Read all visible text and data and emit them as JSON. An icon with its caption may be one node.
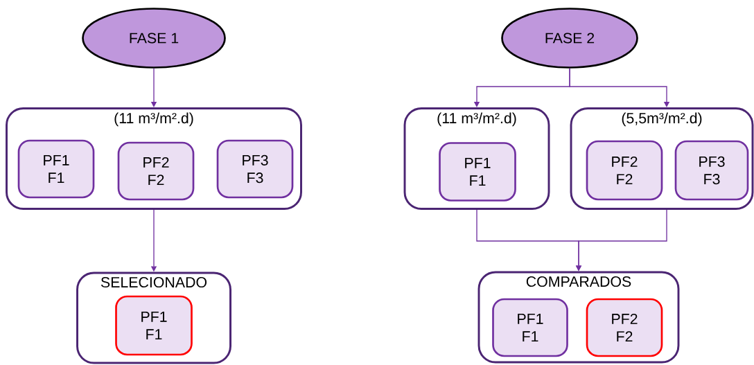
{
  "diagram": {
    "nodes": [
      {
        "text": [
          "FASE 1"
        ]
      },
      {
        "text": [
          "(11 m³/m².d)"
        ]
      },
      {
        "text": [
          "PF1 F1"
        ],
        "in": 1
      },
      {
        "text": [
          "PF2 F2"
        ],
        "in": 1
      },
      {
        "text": [
          "PF3 F3"
        ],
        "in": 1
      },
      {
        "text": [
          "SELECIONADO"
        ]
      },
      {
        "text": [
          "PF1 F1"
        ],
        "in": 5
      },
      {
        "text": [
          "FASE 2"
        ]
      },
      {
        "text": [
          "(11 m³/m².d)"
        ]
      },
      {
        "text": [
          "PF1 F1"
        ],
        "in": 8
      },
      {
        "text": [
          "(5,5m³/m².d)"
        ]
      },
      {
        "text": [
          "PF2 F2"
        ],
        "in": 10
      },
      {
        "text": [
          "PF3 F3"
        ],
        "in": 10
      },
      {
        "text": [
          "COMPARADOS"
        ]
      },
      {
        "text": [
          "PF1 F1"
        ],
        "in": 13
      },
      {
        "text": [
          "PF2 F2"
        ],
        "in": 13
      }
    ],
    "edges": [
      {
        "from": 0,
        "to": 1,
        "arrow": "to"
      },
      {
        "from": 1,
        "to": 5,
        "arrow": "to"
      },
      {
        "from": 7,
        "to": 8,
        "arrow": "to"
      },
      {
        "from": 7,
        "to": 10,
        "arrow": "to"
      },
      {
        "from": 8,
        "to": 13,
        "arrow": "to"
      },
      {
        "from": 10,
        "to": 13,
        "arrow": "to"
      }
    ]
  }
}
